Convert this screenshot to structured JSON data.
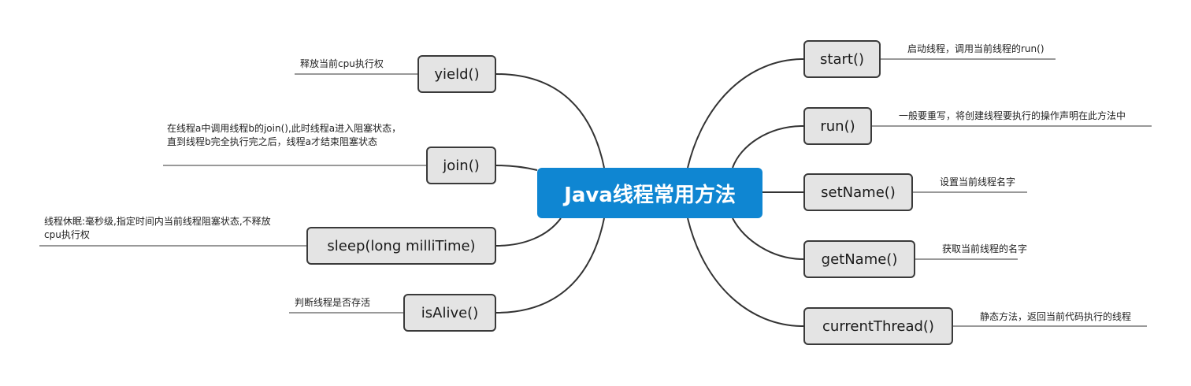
{
  "central_topic": "Java线程常用方法",
  "right_branches": [
    {
      "label": "start()",
      "note": "启动线程，调用当前线程的run()"
    },
    {
      "label": "run()",
      "note": "一般要重写，将创建线程要执行的操作声明在此方法中"
    },
    {
      "label": "setName()",
      "note": "设置当前线程名字"
    },
    {
      "label": "getName()",
      "note": "获取当前线程的名字"
    },
    {
      "label": "currentThread()",
      "note": "静态方法，返回当前代码执行的线程"
    }
  ],
  "left_branches": [
    {
      "label": "yield()",
      "note": "释放当前cpu执行权"
    },
    {
      "label": "join()",
      "note": "在线程a中调用线程b的join(),此时线程a进入阻塞状态，直到线程b完全执行完之后，线程a才结束阻塞状态"
    },
    {
      "label": "sleep(long milliTime)",
      "note": "线程休眠:毫秒级,指定时间内当前线程阻塞状态,不释放cpu执行权"
    },
    {
      "label": "isAlive()",
      "note": "判断线程是否存活"
    }
  ],
  "colors": {
    "central_fill": "#0f86d2",
    "node_fill": "#e4e4e4",
    "node_border": "#3a3a3a",
    "connector": "#333333"
  }
}
